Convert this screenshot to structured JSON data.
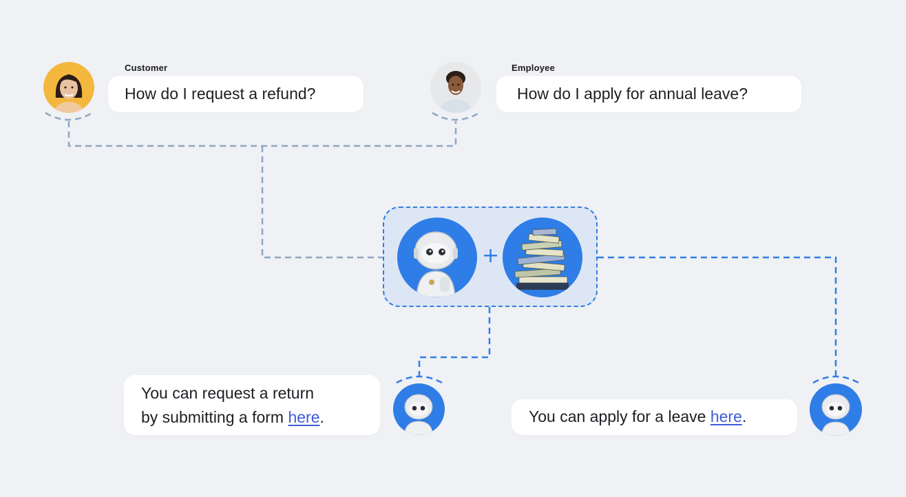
{
  "customer": {
    "label": "Customer",
    "question": "How do I request a refund?"
  },
  "employee": {
    "label": "Employee",
    "question": "How do I apply for annual leave?"
  },
  "responses": {
    "customer": {
      "line1": "You can request a return",
      "line2_prefix": "by submitting a form ",
      "link": "here",
      "suffix": "."
    },
    "employee": {
      "prefix": "You can apply for a leave ",
      "link": "here",
      "suffix": "."
    }
  },
  "hub": {
    "plus": "+"
  },
  "colors": {
    "background": "#eff1f4",
    "accent_blue": "#2f7de6",
    "user_connector": "#8fa6c4",
    "customer_avatar_bg": "#f4b73e",
    "link": "#3f5bd6"
  },
  "icons": [
    "customer-avatar",
    "employee-avatar",
    "robot-icon",
    "books-icon"
  ]
}
